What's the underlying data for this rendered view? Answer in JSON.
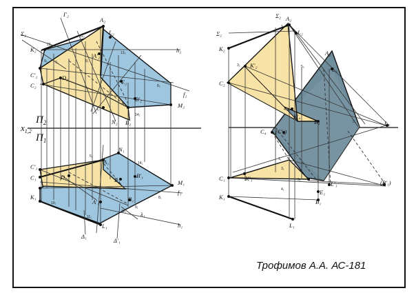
{
  "colors": {
    "yellow": "#f7e3a6",
    "blue": "#9ec6df",
    "slate": "#6f8d9b",
    "stroke": "#111111",
    "thin": "#333333"
  },
  "signature": "Трофимов А.А. АС-181",
  "axis": {
    "x": "x",
    "x_sub": "1,2",
    "p2": "П",
    "p2_sub": "2",
    "p1": "П",
    "p1_sub": "1"
  },
  "labels_left": {
    "g2": "Г₂",
    "a2": "A₂",
    "l2": "L₂",
    "e2": "Σ₂",
    "k2": "K₂",
    "h2": "h₂",
    "c2a": "C'₂",
    "c2": "C₂",
    "d2": "D₂",
    "e2p": "E₂",
    "b2p": "B'₂",
    "f2": "f₂",
    "m2": "M₂",
    "n2": "N₂",
    "b2": "B₂",
    "n1": "N₁",
    "c1a": "C'₁",
    "c1": "C₁",
    "d1": "D₁",
    "a1": "A₁",
    "e1": "E₁",
    "b1p": "B'₁",
    "m1": "M₁",
    "k1": "K₁",
    "f1": "f₁",
    "a1p": "A'₁",
    "b1": "B₁",
    "l1": "L₁",
    "h1": "h₁",
    "lam": "λ₁",
    "del1": "Δ₁",
    "del1p": "Δ'₁",
    "a2p": "A'₂"
  },
  "labels_right": {
    "e2": "Σ₂",
    "a2": "A₂",
    "l2": "L₂",
    "k2": "K₂",
    "k2p": "K'₂",
    "c2": "C₂",
    "aa2": "A₂",
    "ll2": "L₂",
    "k4": "K'₄",
    "b4": "B₄",
    "l4": "L₄",
    "c4": "C₄",
    "ic4": "(C'₄)",
    "c1": "C₁",
    "k1p": "K'₁",
    "l1p": "L'₁",
    "e1": "E₁",
    "b1": "B₁",
    "b1pp": "(B'₁)",
    "k1": "K₁",
    "l1": "L₁"
  },
  "point_marks": [
    "10₂",
    "9₂",
    "11₂",
    "7₂",
    "9₂",
    "13₂",
    "8₂",
    "14₂",
    "1₂",
    "5₁",
    "14₁",
    "10₁",
    "11₁",
    "12₁",
    "8₁",
    "9₁",
    "3₂",
    "5₂",
    "4₂",
    "1₂",
    "3₁",
    "4₁",
    "5₁",
    "2₁",
    "1₁"
  ]
}
